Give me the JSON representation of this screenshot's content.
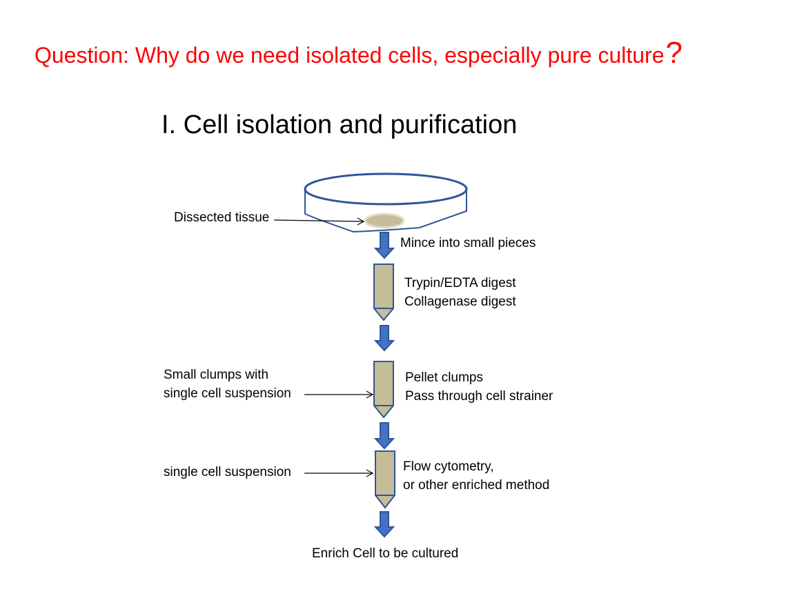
{
  "question": {
    "text": "Question: Why do we need isolated cells, especially pure culture",
    "mark": "?"
  },
  "heading": "I. Cell isolation and purification",
  "labels": {
    "dissected_tissue": "Dissected tissue",
    "mince": "Mince into small pieces",
    "trypsin": "Trypin/EDTA digest",
    "collagenase": "Collagenase digest",
    "clumps_line1": "Small clumps with",
    "clumps_line2": "single cell suspension",
    "pellet": "Pellet clumps",
    "strainer": "Pass through cell strainer",
    "single_cell": "single cell suspension",
    "flow": "Flow cytometry,",
    "enriched": "or other enriched method",
    "result": "Enrich Cell to be cultured"
  },
  "colors": {
    "question": "#ff0000",
    "dish_outline": "#2f5597",
    "tissue": "#c6bd99",
    "tube_fill": "#c4bd97",
    "tube_outline": "#2f5597",
    "arrow_fill": "#4472c4",
    "arrow_outline": "#2f5597"
  }
}
